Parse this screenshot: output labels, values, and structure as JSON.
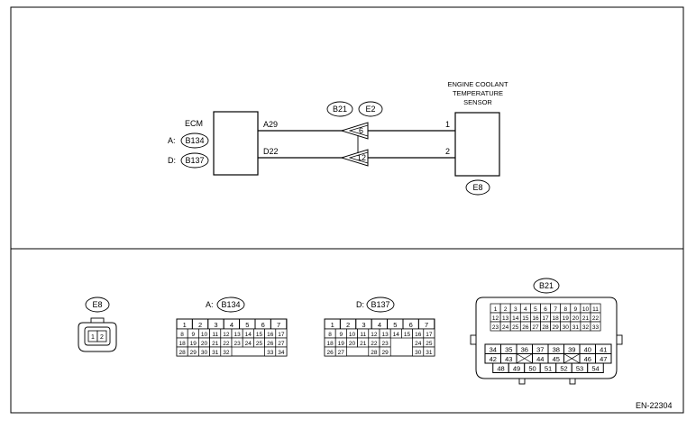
{
  "ecm": {
    "label": "ECM",
    "connectors": [
      {
        "prefix": "A:",
        "id": "B134"
      },
      {
        "prefix": "D:",
        "id": "B137"
      }
    ],
    "pins": [
      "A29",
      "D22"
    ]
  },
  "sensor": {
    "label_lines": [
      "ENGINE COOLANT",
      "TEMPERATURE",
      "SENSOR"
    ],
    "pins": [
      "1",
      "2"
    ],
    "connector": "E8"
  },
  "inline_connectors": [
    "B21",
    "E2"
  ],
  "inline_pins": [
    "6",
    "12"
  ],
  "connector_faces": {
    "e8": {
      "id": "E8",
      "pins": [
        "1",
        "2"
      ]
    },
    "b134": {
      "prefix": "A:",
      "id": "B134",
      "rows": [
        [
          "1",
          "2",
          "3",
          "4",
          "5",
          "6",
          "7"
        ],
        [
          "8",
          "9",
          "10",
          "11",
          "12",
          "13",
          "14",
          "15",
          "16",
          "17"
        ],
        [
          "18",
          "19",
          "20",
          "21",
          "22",
          "23",
          "24",
          "25",
          "26",
          "27"
        ],
        [
          "28",
          "29",
          "30",
          "31",
          "32",
          "",
          "",
          "",
          "33",
          "34"
        ]
      ]
    },
    "b137": {
      "prefix": "D:",
      "id": "B137",
      "rows": [
        [
          "1",
          "2",
          "3",
          "4",
          "5",
          "6",
          "7"
        ],
        [
          "8",
          "9",
          "10",
          "11",
          "12",
          "13",
          "14",
          "15",
          "16",
          "17"
        ],
        [
          "18",
          "19",
          "20",
          "21",
          "22",
          "23",
          "",
          "",
          "24",
          "25"
        ],
        [
          "26",
          "27",
          "",
          "",
          "28",
          "29",
          "",
          "",
          "30",
          "31"
        ]
      ]
    },
    "b21": {
      "id": "B21",
      "top_rows": [
        [
          "1",
          "2",
          "3",
          "4",
          "5",
          "6",
          "7",
          "8",
          "9",
          "10",
          "11"
        ],
        [
          "12",
          "13",
          "14",
          "15",
          "16",
          "17",
          "18",
          "19",
          "20",
          "21",
          "22"
        ],
        [
          "23",
          "24",
          "25",
          "26",
          "27",
          "28",
          "29",
          "30",
          "31",
          "32",
          "33"
        ]
      ],
      "bottom_rows": [
        [
          "34",
          "35",
          "36",
          "37",
          "38",
          "39",
          "40",
          "41"
        ],
        [
          "42",
          "43",
          "X",
          "44",
          "45",
          "X",
          "46",
          "47"
        ],
        [
          "48",
          "49",
          "50",
          "51",
          "52",
          "53",
          "54"
        ]
      ]
    }
  },
  "figure_id": "EN-22304"
}
